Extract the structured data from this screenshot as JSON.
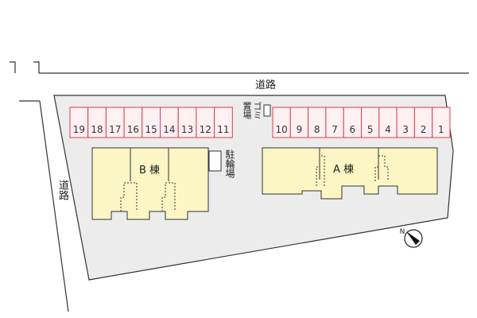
{
  "roads": {
    "top_label": "道路",
    "left_label": "道路"
  },
  "parking_right": {
    "numbers": [
      "10",
      "9",
      "8",
      "7",
      "6",
      "5",
      "4",
      "3",
      "2",
      "1"
    ]
  },
  "parking_left": {
    "numbers": [
      "19",
      "18",
      "17",
      "16",
      "15",
      "14",
      "13",
      "12",
      "11"
    ]
  },
  "garbage_area": {
    "label": "ゴミ置場"
  },
  "bicycle_parking": {
    "label": "駐輪場"
  },
  "building_a": {
    "label": "A 棟"
  },
  "building_b": {
    "label": "B 棟"
  },
  "compass": {
    "label": "N"
  },
  "colors": {
    "parking_fill": "#fff0f2",
    "parking_stroke": "#d4404e",
    "building_fill": "#fbf6c4",
    "lot_fill": "#ececec",
    "line": "#333333"
  }
}
